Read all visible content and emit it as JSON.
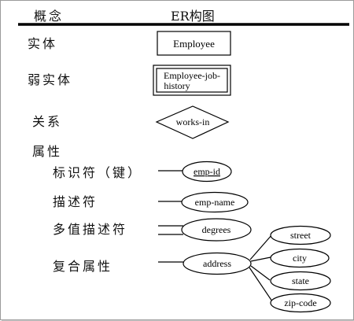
{
  "header": {
    "concept": "概念",
    "er_diagram": "ER构图"
  },
  "concepts": {
    "entity": "实体",
    "weak_entity": "弱实体",
    "relationship": "关系",
    "attribute": "属性",
    "identifier": "标识符（键）",
    "descriptor": "描述符",
    "multivalued_descriptor": "多值描述符",
    "composite_attribute": "复合属性"
  },
  "shapes": {
    "entity": "Employee",
    "weak_entity_line1": "Employee-job-",
    "weak_entity_line2": "history",
    "relationship": "works-in",
    "identifier": "emp-id",
    "descriptor": "emp-name",
    "multivalued": "degrees",
    "composite": "address",
    "components": [
      "street",
      "city",
      "state",
      "zip-code"
    ]
  }
}
